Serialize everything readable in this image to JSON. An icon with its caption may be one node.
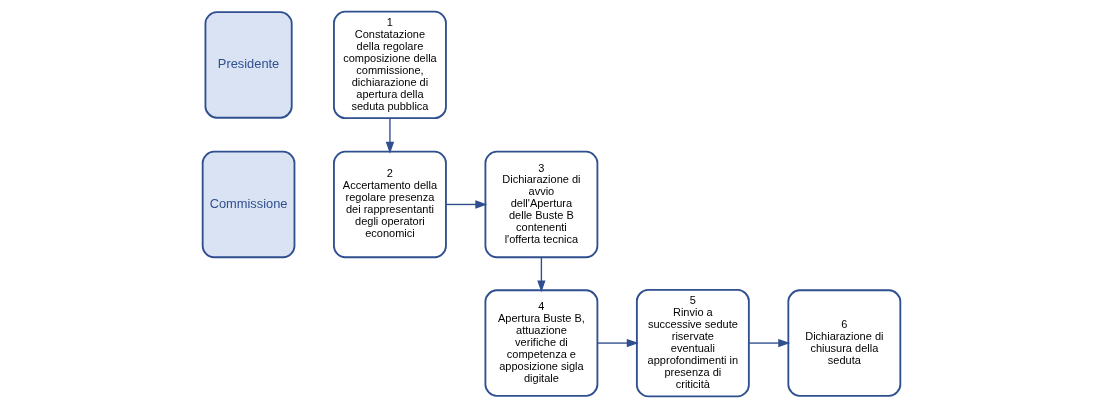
{
  "diagram": {
    "nodes": [
      {
        "text": [
          "Presidente"
        ]
      },
      {
        "text": [
          "Commissione"
        ]
      },
      {
        "text": [
          "1",
          "Constatazione della regolare composizione della commissione, dichiarazione di apertura della seduta pubblica"
        ]
      },
      {
        "text": [
          "2",
          "Accertamento della regolare presenza dei rappresentanti degli operatori economici"
        ]
      },
      {
        "text": [
          "3",
          "Dichiarazione di avvio dell'Apertura delle Buste B contenenti l'offerta tecnica"
        ]
      },
      {
        "text": [
          "4",
          "Apertura Buste B, attuazione verifiche di competenza e apposizione sigla digitale"
        ]
      },
      {
        "text": [
          "5",
          "Rinvio a successive sedute riservate eventuali approfondimenti in presenza di criticità"
        ]
      },
      {
        "text": [
          "6",
          "Dichiarazione di chiusura della seduta"
        ]
      }
    ],
    "edges": [
      {
        "from": 2,
        "to": 3,
        "arrow": "to"
      },
      {
        "from": 3,
        "to": 4,
        "arrow": "to"
      },
      {
        "from": 4,
        "to": 5,
        "arrow": "to"
      },
      {
        "from": 5,
        "to": 6,
        "arrow": "to"
      },
      {
        "from": 6,
        "to": 7,
        "arrow": "to"
      }
    ]
  }
}
